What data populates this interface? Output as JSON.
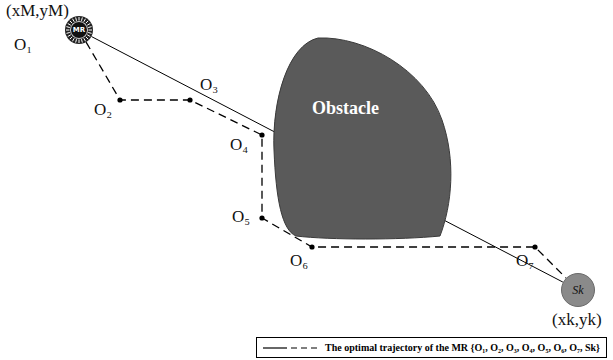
{
  "diagram": {
    "nodes": [
      {
        "text": [
          "MR"
        ]
      },
      {
        "text": [
          "Obstacle"
        ]
      },
      {
        "text": [
          "Sk"
        ]
      }
    ],
    "edges": [
      {
        "from": 0,
        "to": 2,
        "arrow": "none"
      },
      {
        "from": 0,
        "to": 2,
        "arrow": "none"
      }
    ],
    "labels": [
      "(xM,yM)",
      "O₁",
      "O₂",
      "O₃",
      "O₄",
      "O₅",
      "O₆",
      "O₇",
      "(xk,yk)"
    ],
    "legend": [
      {
        "text": "The optimal trajectory of the MR {O₁, O₂, O₃, O₄, O₅, O₆, O₇, Sk}"
      }
    ]
  }
}
